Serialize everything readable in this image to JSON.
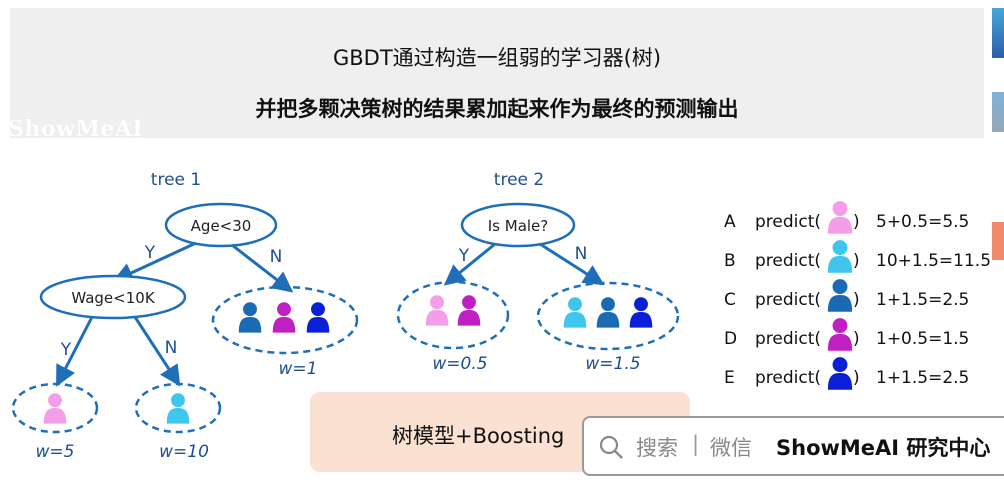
{
  "title_line1": "GBDT通过构造一组弱的学习器(树)",
  "title_line2": "并把多颗决策树的结果累加起来作为最终的预测输出",
  "watermark": "ShowMeAI",
  "tree1": {
    "label": "tree 1",
    "root": "Age<30",
    "yes": "Y",
    "no": "N",
    "inner": "Wage<10K",
    "inner_yes": "Y",
    "inner_no": "N",
    "leaf_w1": "w=1",
    "leaf_w5": "w=5",
    "leaf_w10": "w=10"
  },
  "tree2": {
    "label": "tree 2",
    "root": "Is Male?",
    "yes": "Y",
    "no": "N",
    "leaf_w05": "w=0.5",
    "leaf_w15": "w=1.5"
  },
  "predictions": [
    {
      "id": "A",
      "prefix": "predict(",
      "suffix": ")",
      "result": "5+0.5=5.5",
      "color": "#f49de8"
    },
    {
      "id": "B",
      "prefix": "predict(",
      "suffix": ")",
      "result": "10+1.5=11.5",
      "color": "#3fc6ec"
    },
    {
      "id": "C",
      "prefix": "predict(",
      "suffix": ")",
      "result": "1+1.5=2.5",
      "color": "#1a6bb3"
    },
    {
      "id": "D",
      "prefix": "predict(",
      "suffix": ")",
      "result": "1+0.5=1.5",
      "color": "#c01fc4"
    },
    {
      "id": "E",
      "prefix": "predict(",
      "suffix": ")",
      "result": "1+1.5=2.5",
      "color": "#0a1fd6"
    }
  ],
  "boost_label": "树模型+Boosting",
  "search": {
    "placeholder": "搜索",
    "separator": "|",
    "channel": "微信",
    "brand": "ShowMeAI 研究中心"
  },
  "colors": {
    "node_stroke": "#1f6fb8",
    "text_blue": "#1f4f8f",
    "pink": "#f49de8",
    "cyan": "#3fc6ec",
    "steel_blue": "#1a6bb3",
    "magenta": "#c01fc4",
    "royal_blue": "#0a1fd6"
  }
}
